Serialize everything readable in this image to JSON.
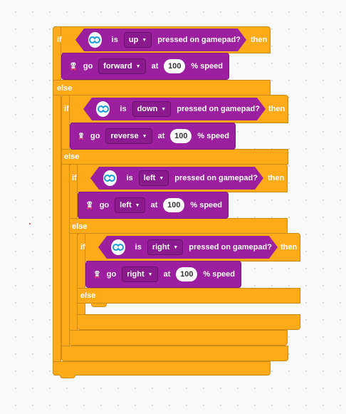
{
  "keywords": {
    "if": "if",
    "then": "then",
    "else": "else"
  },
  "conditions": [
    {
      "is": "is",
      "button": "up",
      "suffix": "pressed on gamepad?"
    },
    {
      "is": "is",
      "button": "down",
      "suffix": "pressed on gamepad?"
    },
    {
      "is": "is",
      "button": "left",
      "suffix": "pressed on gamepad?"
    },
    {
      "is": "is",
      "button": "right",
      "suffix": "pressed on gamepad?"
    }
  ],
  "actions": [
    {
      "go": "go",
      "direction": "forward",
      "at": "at",
      "speed": "100",
      "unit": "% speed"
    },
    {
      "go": "go",
      "direction": "reverse",
      "at": "at",
      "speed": "100",
      "unit": "% speed"
    },
    {
      "go": "go",
      "direction": "left",
      "at": "at",
      "speed": "100",
      "unit": "% speed"
    },
    {
      "go": "go",
      "direction": "right",
      "at": "at",
      "speed": "100",
      "unit": "% speed"
    }
  ],
  "colors": {
    "control": "#ffab19",
    "sensor": "#9c1fa0",
    "dropdown": "#8a1a8d",
    "gamepad_icon": "#1d9bd8"
  },
  "icons": {
    "gamepad": "gamepad-icon",
    "robot": "robot-icon",
    "dropdown": "caret-down-icon"
  }
}
